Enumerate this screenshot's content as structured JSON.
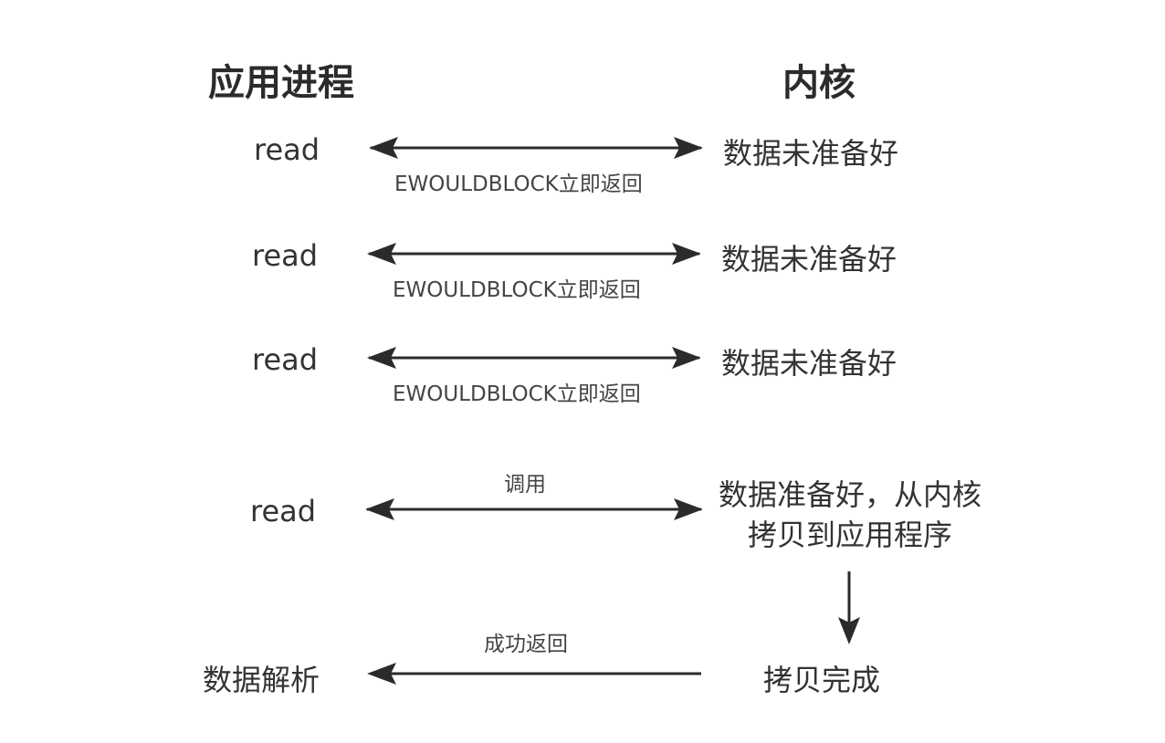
{
  "headers": {
    "app_process": "应用进程",
    "kernel": "内核"
  },
  "rows": [
    {
      "left": "read",
      "label": "EWOULDBLOCK立即返回",
      "right": "数据未准备好"
    },
    {
      "left": "read",
      "label": "EWOULDBLOCK立即返回",
      "right": "数据未准备好"
    },
    {
      "left": "read",
      "label": "EWOULDBLOCK立即返回",
      "right": "数据未准备好"
    }
  ],
  "call_row": {
    "left": "read",
    "label": "调用",
    "right_line1": "数据准备好，从内核",
    "right_line2": "拷贝到应用程序"
  },
  "final_row": {
    "left": "数据解析",
    "label": "成功返回",
    "right": "拷贝完成"
  }
}
